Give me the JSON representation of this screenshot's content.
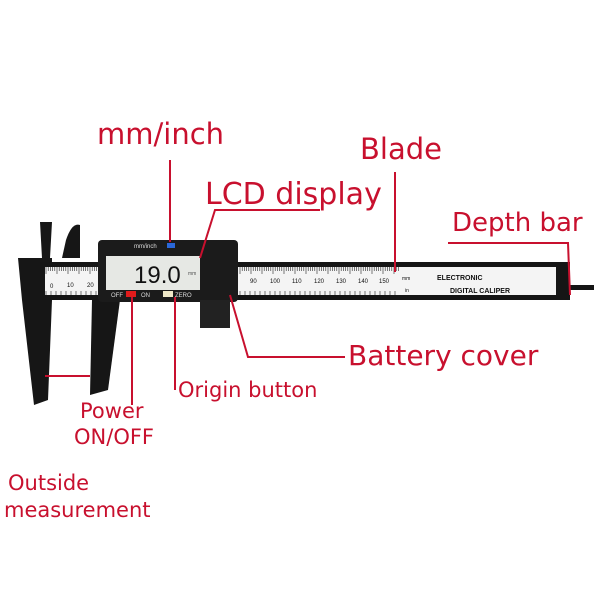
{
  "labels": {
    "mm_inch": "mm/inch",
    "lcd_display": "LCD display",
    "blade": "Blade",
    "depth_bar": "Depth bar",
    "battery_cover": "Battery cover",
    "origin_button": "Origin button",
    "power": "Power",
    "power_2": "ON/OFF",
    "outside": "Outside",
    "outside_2": "measurement"
  },
  "device": {
    "mode_label": "mm/inch",
    "reading": "19.0",
    "unit": "mm",
    "off": "OFF",
    "on": "ON",
    "zero": "ZERO",
    "brand_1": "ELECTRONIC",
    "brand_2": "DIGITAL CALIPER",
    "scale_left": [
      "0",
      "10",
      "20"
    ],
    "scale_right": [
      "90",
      "100",
      "110",
      "120",
      "130",
      "140",
      "150"
    ],
    "scale_unit_mm": "mm",
    "scale_unit_in": "in"
  },
  "colors": {
    "label": "#c8102e",
    "body": "#151515",
    "ruler": "#f4f4f4",
    "lcd": "#e6e8e4"
  }
}
